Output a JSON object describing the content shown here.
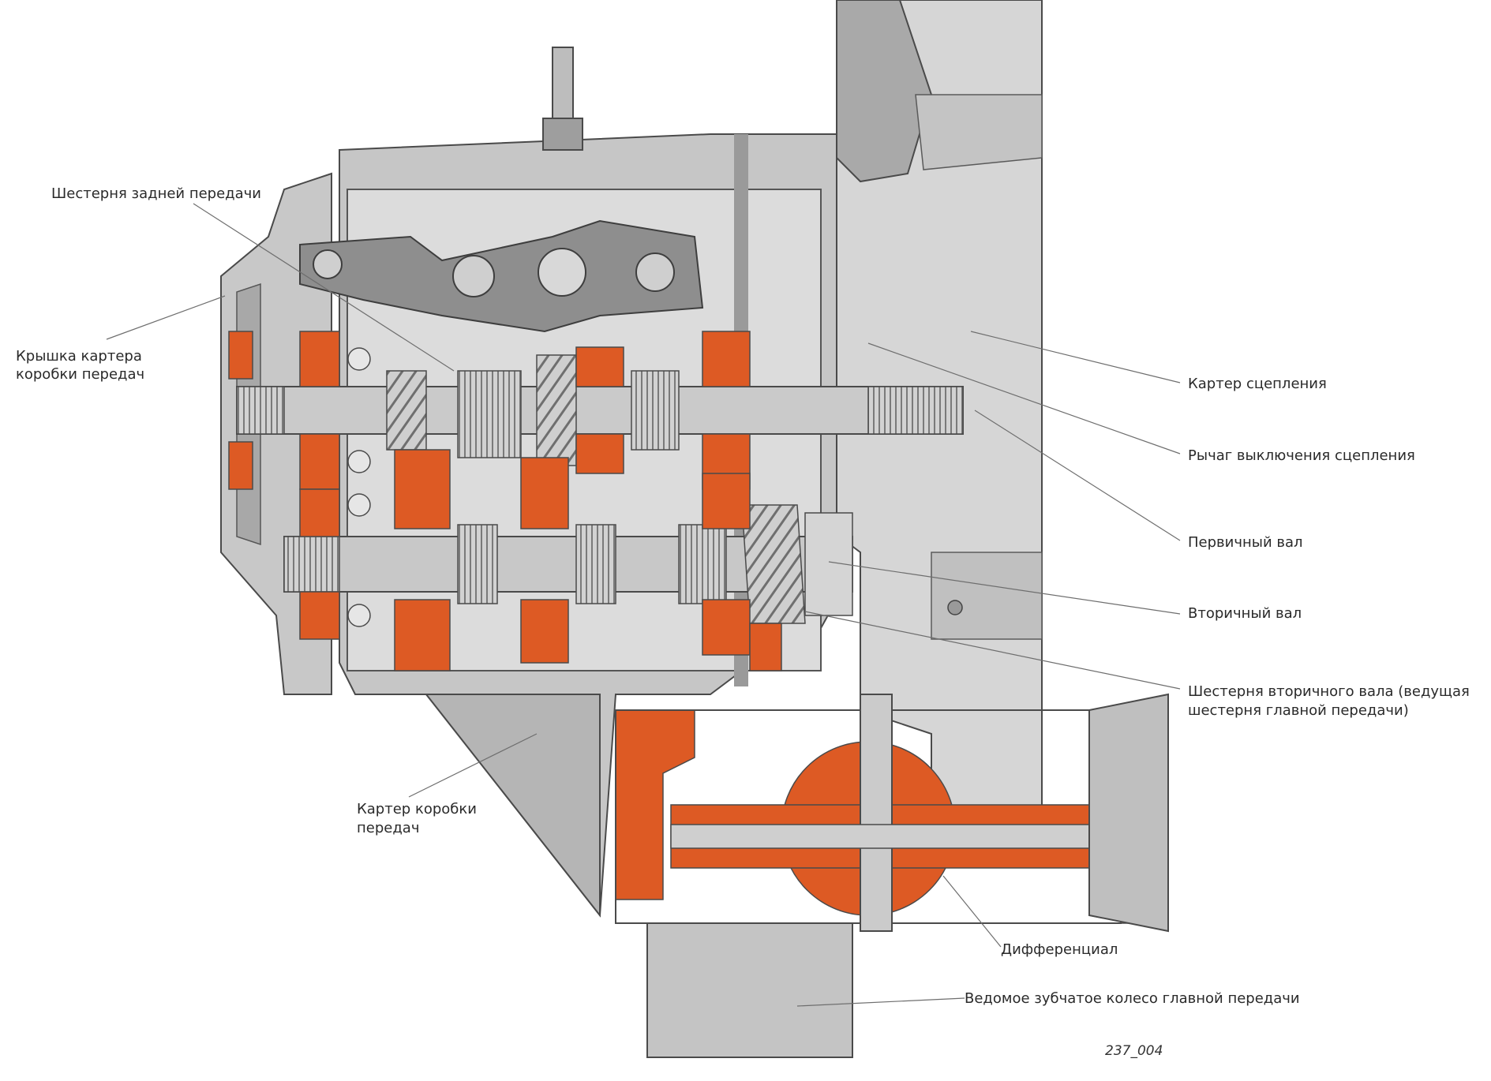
{
  "labels": {
    "reverse_gear": "Шестерня задней передачи",
    "cover_line1": "Крышка картера",
    "cover_line2": "коробки передач",
    "clutch_housing": "Картер сцепления",
    "release_lever": "Рычаг выключения сцепления",
    "input_shaft": "Первичный вал",
    "output_shaft": "Вторичный вал",
    "output_gear_line1": "Шестерня вторичного вала (ведущая",
    "output_gear_line2": "шестерня главной передачи)",
    "gearbox_housing_line1": "Картер коробки",
    "gearbox_housing_line2": "передач",
    "differential": "Дифференциал",
    "final_drive_gear": "Ведомое зубчатое колесо главной передачи"
  },
  "figure_id": "237_004",
  "colors": {
    "housing_dark": "#8c8c8c",
    "housing_mid": "#b4b4b4",
    "housing_light": "#d9d9d9",
    "cutaway_orange": "#dd5a24",
    "shaft_grey": "#c9c9c9",
    "outline": "#4a4a4a",
    "leader_line": "#6e6e6e"
  }
}
